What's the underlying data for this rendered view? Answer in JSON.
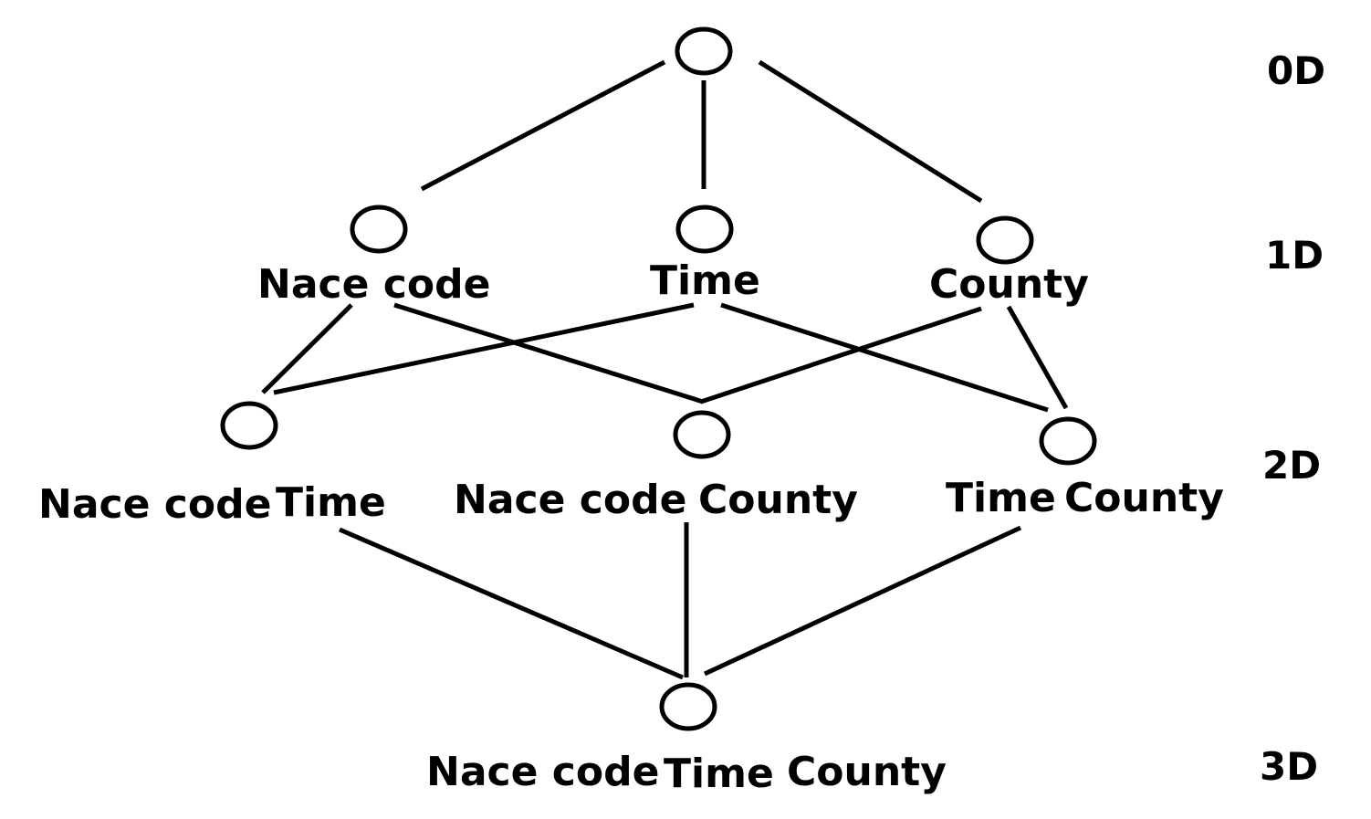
{
  "levels": {
    "l0": "0D",
    "l1": "1D",
    "l2": "2D",
    "l3": "3D"
  },
  "nodes": {
    "apex": "",
    "nace": "Nace code",
    "time": "Time",
    "county": "County",
    "nace_time": {
      "a": "Nace code",
      "b": "Time"
    },
    "nace_county": {
      "a": "Nace code",
      "b": "County"
    },
    "time_county": {
      "a": "Time",
      "b": "County"
    },
    "all": {
      "a": "Nace code",
      "b": "Time",
      "c": "County"
    }
  },
  "colors": {
    "stroke": "#000000",
    "background": "#ffffff"
  }
}
